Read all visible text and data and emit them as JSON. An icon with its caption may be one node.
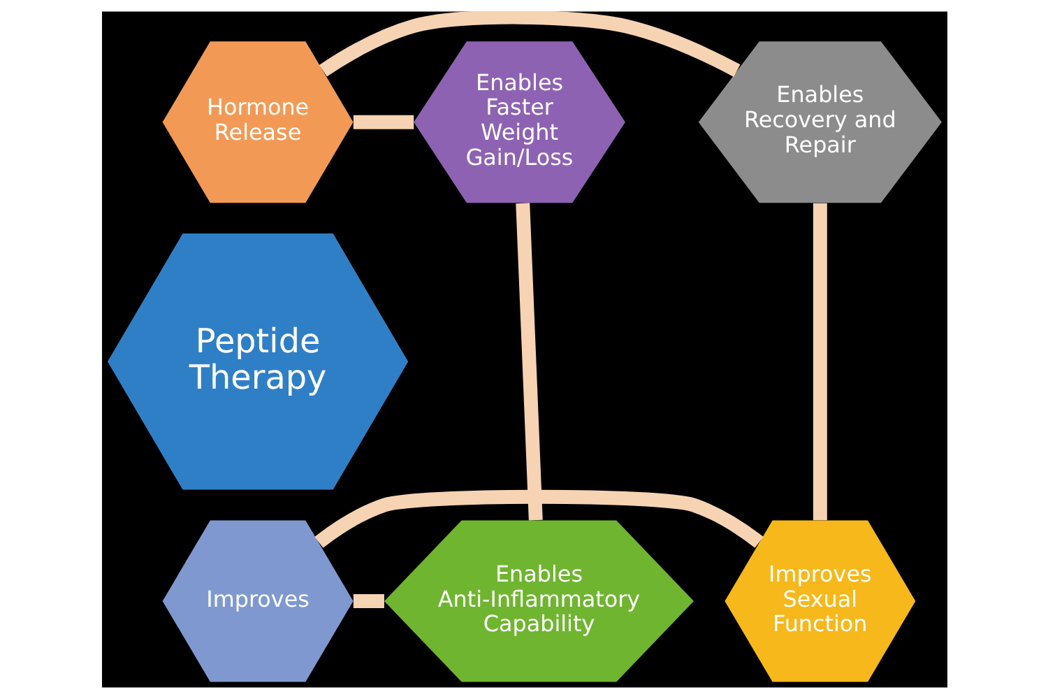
{
  "diagram": {
    "nodes": [
      {
        "text": [
          "Hormone Release"
        ]
      },
      {
        "text": [
          "Enables Faster Weight Gain/Loss"
        ]
      },
      {
        "text": [
          "Enables Recovery and Repair"
        ]
      },
      {
        "text": [
          "Peptide Therapy"
        ]
      },
      {
        "text": [
          "Enables Anti-Inflammatory Capability"
        ]
      },
      {
        "text": [
          "Improves"
        ]
      },
      {
        "text": [
          "Improves Sexual Function"
        ]
      }
    ],
    "edges": [
      {
        "from": 0,
        "to": 2,
        "arrow": "none"
      },
      {
        "from": 2,
        "to": 6,
        "arrow": "none"
      },
      {
        "from": 6,
        "to": 5,
        "arrow": "none"
      },
      {
        "from": 5,
        "to": 4,
        "arrow": "none"
      },
      {
        "from": 4,
        "to": 1,
        "arrow": "none"
      },
      {
        "from": 1,
        "to": 0,
        "arrow": "none"
      }
    ]
  }
}
